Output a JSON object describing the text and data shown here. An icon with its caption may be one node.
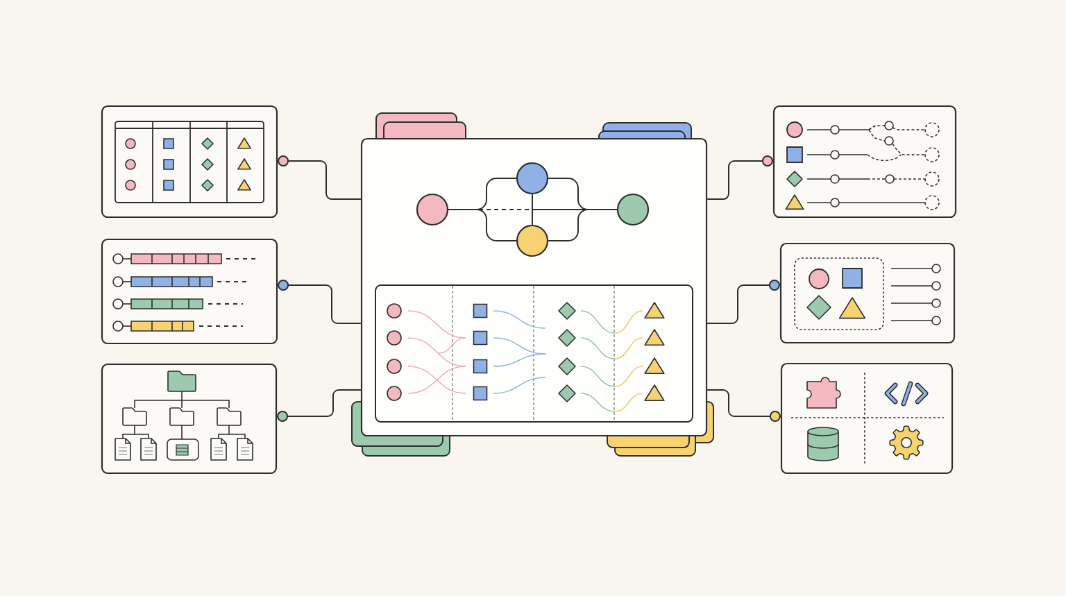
{
  "diagram": {
    "nodes": [
      {
        "text": [],
        "shape": "box"
      },
      {
        "text": [],
        "shape": "box"
      },
      {
        "text": [],
        "shape": "box"
      },
      {
        "text": [],
        "shape": "box"
      },
      {
        "text": [],
        "shape": "box"
      },
      {
        "text": [],
        "shape": "box"
      },
      {
        "text": [],
        "shape": "box"
      },
      {
        "text": [],
        "shape": "circle",
        "in": 0
      },
      {
        "text": [],
        "shape": "circle",
        "in": 0
      },
      {
        "text": [],
        "shape": "circle",
        "in": 0
      },
      {
        "text": [],
        "shape": "circle",
        "in": 0
      }
    ],
    "edges": [
      {
        "from": 1,
        "to": 0,
        "arrow": "other"
      },
      {
        "from": 2,
        "to": 0,
        "arrow": "other"
      },
      {
        "from": 3,
        "to": 0,
        "arrow": "other"
      },
      {
        "from": 4,
        "to": 0,
        "arrow": "other"
      },
      {
        "from": 5,
        "to": 0,
        "arrow": "other"
      },
      {
        "from": 6,
        "to": 0,
        "arrow": "other"
      },
      {
        "from": 7,
        "to": 8,
        "arrow": "none"
      },
      {
        "from": 7,
        "to": 9,
        "arrow": "none"
      },
      {
        "from": 7,
        "to": 10,
        "arrow": "none",
        "style": "dashed"
      },
      {
        "from": 8,
        "to": 10,
        "arrow": "none"
      },
      {
        "from": 9,
        "to": 10,
        "arrow": "none"
      },
      {
        "from": 8,
        "to": 9,
        "arrow": "none"
      }
    ]
  }
}
